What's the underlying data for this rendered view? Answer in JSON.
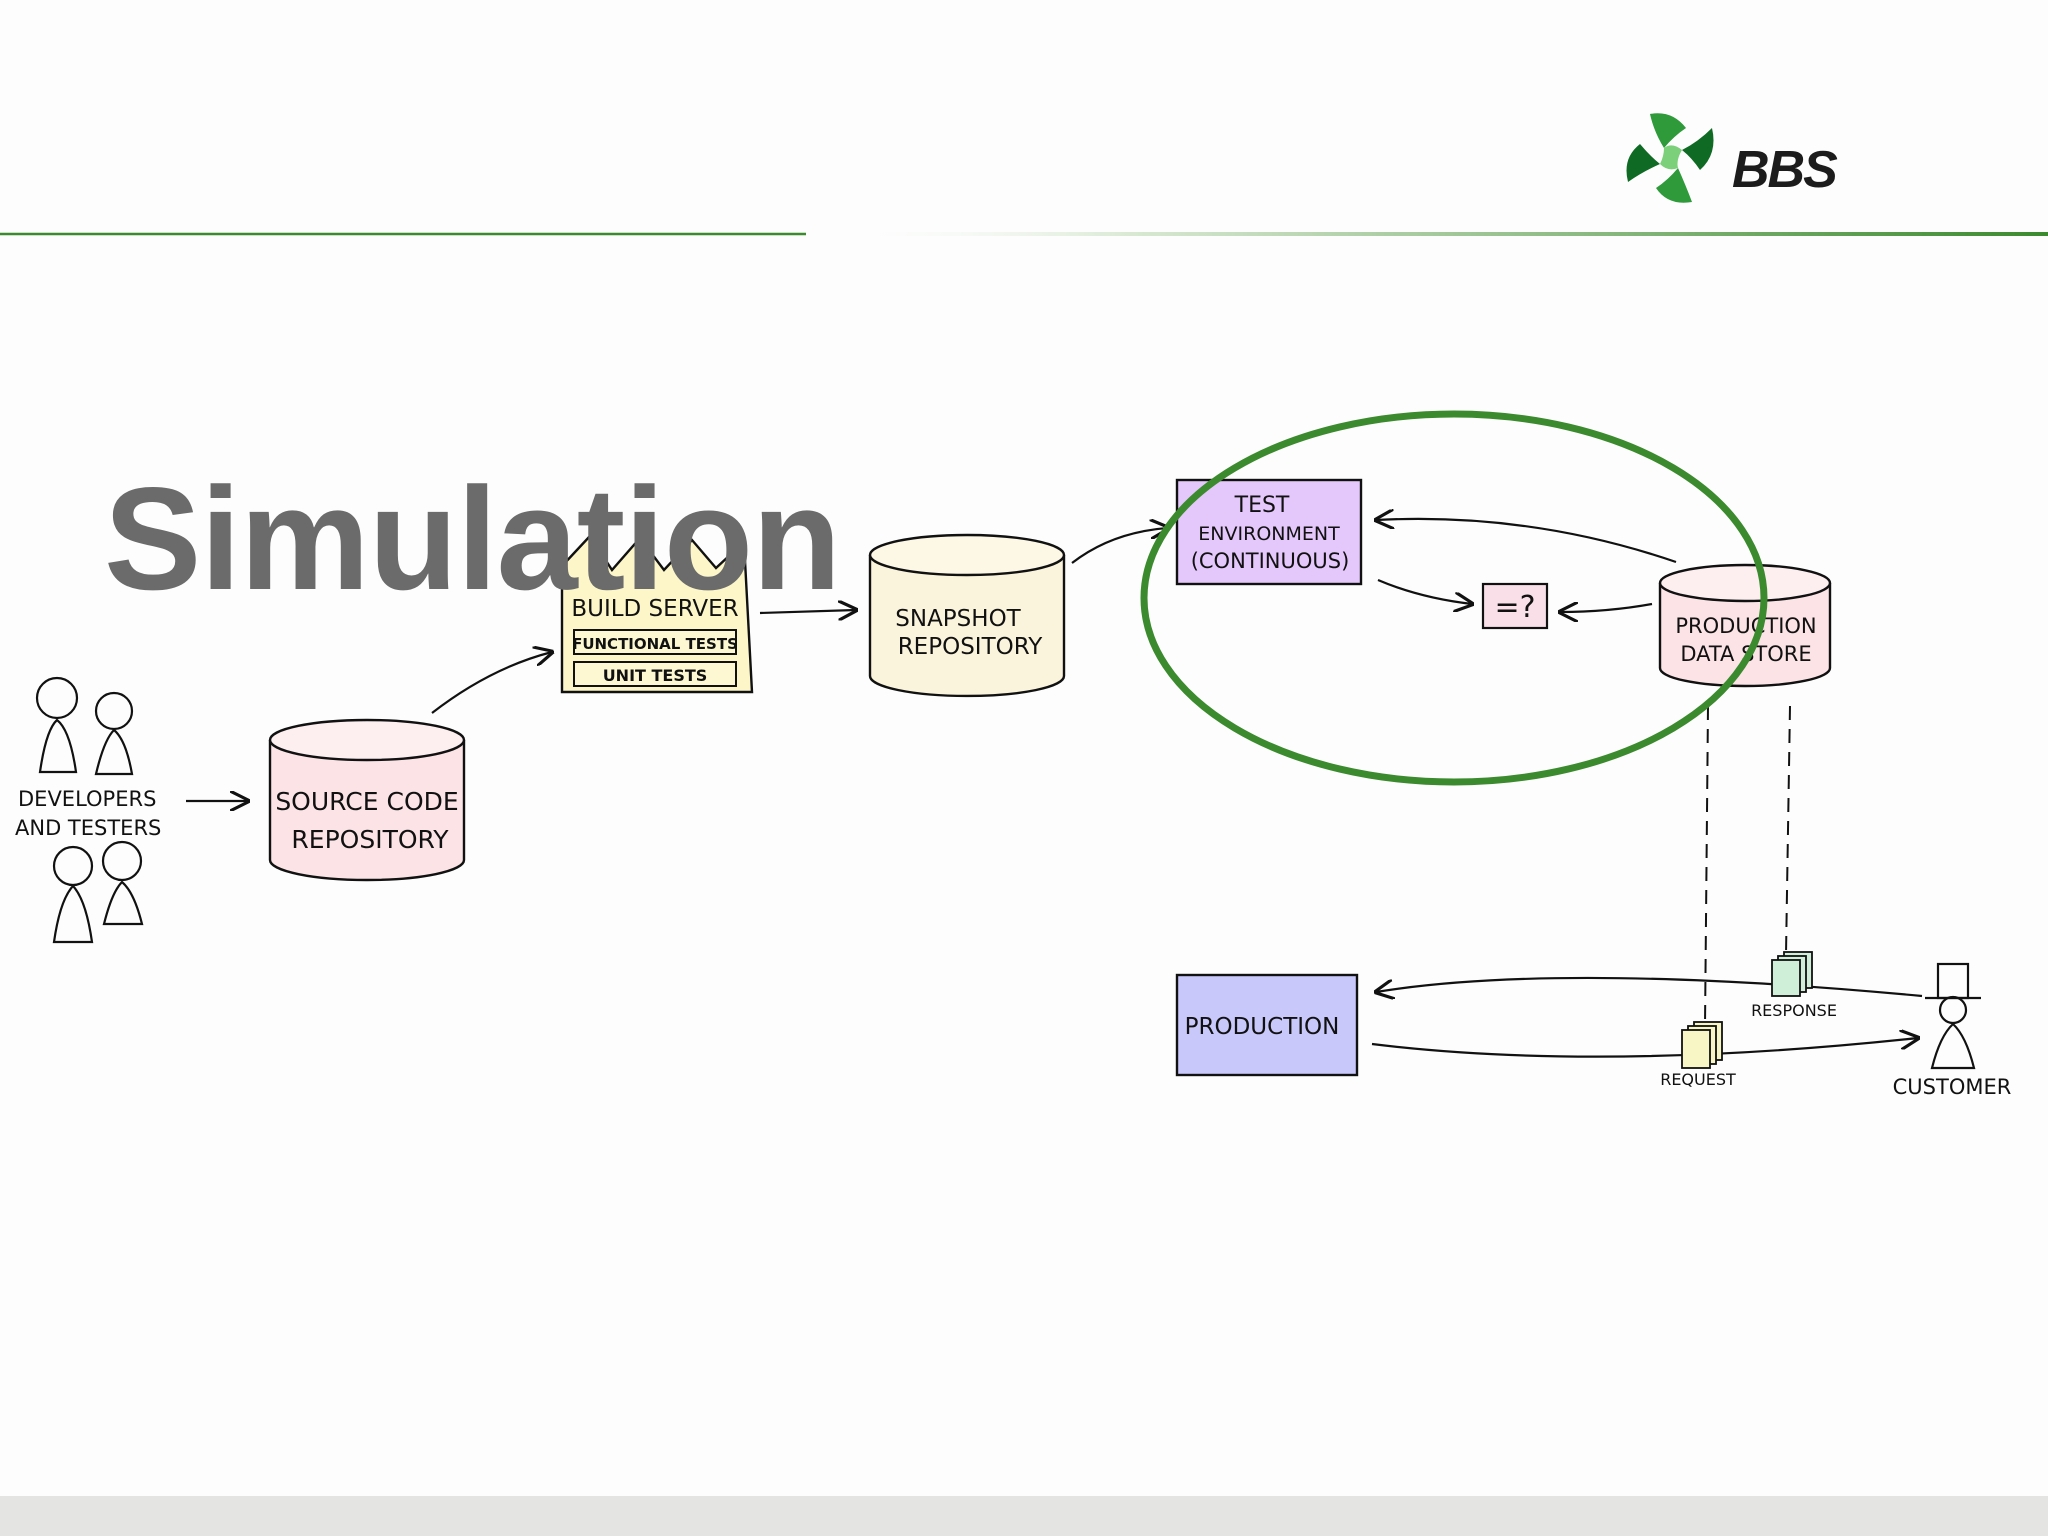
{
  "slide": {
    "title": "Simulation"
  },
  "logo": {
    "text": "BBS",
    "colors": {
      "primary": "#2e9a3a",
      "dark": "#0f6b24",
      "light": "#7cd07a"
    }
  },
  "accent_color": "#3b8a2e",
  "nodes": {
    "people_line1": "DEVELOPERS",
    "people_line2": "AND TESTERS",
    "source_line1": "SOURCE CODE",
    "source_line2": "REPOSITORY",
    "build_server": "BUILD SERVER",
    "functional_tests": "FUNCTIONAL TESTS",
    "unit_tests": "UNIT TESTS",
    "snapshot_line1": "SNAPSHOT",
    "snapshot_line2": "REPOSITORY",
    "test_env_line1": "TEST",
    "test_env_line2": "ENVIRONMENT",
    "test_env_line3": "(CONTINUOUS)",
    "compare": "=?",
    "prod_store_line1": "PRODUCTION",
    "prod_store_line2": "DATA STORE",
    "production": "PRODUCTION",
    "response": "RESPONSE",
    "request": "REQUEST",
    "customer": "CUSTOMER"
  },
  "colors": {
    "repository_fill": "#fbe3e6",
    "build_fill": "#fcf6c8",
    "snapshot_fill": "#fbf4dc",
    "test_env_fill": "#e4c8fb",
    "compare_fill": "#f9e0e8",
    "production_fill": "#c8c8fb",
    "response_doc": "#cfefd9",
    "request_doc": "#f8f6c4"
  }
}
